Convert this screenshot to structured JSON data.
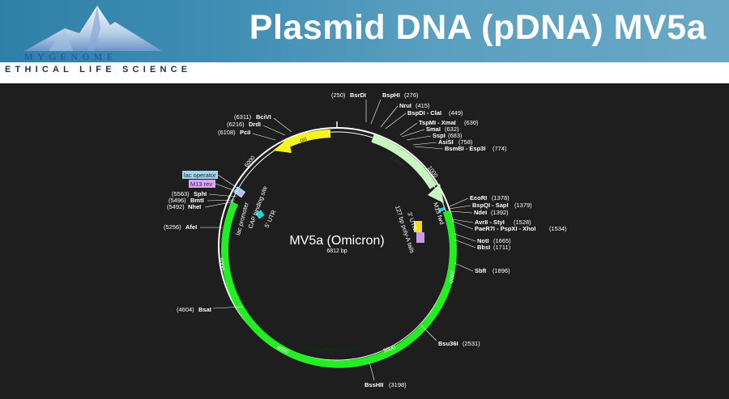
{
  "header": {
    "title": "Plasmid DNA (pDNA) MV5a",
    "brand": "MYGENOME",
    "tagline": "ETHICAL LIFE SCIENCE"
  },
  "plasmid": {
    "name": "MV5a (Omicron)",
    "size": "6812 bp",
    "ticks": [
      "1000",
      "2000",
      "3000",
      "4000",
      "5000",
      "6000"
    ],
    "features": {
      "ori": "ori",
      "kanr": "KanR",
      "construct": "MV5a-3aH construct",
      "lac_promoter": "lac promoter",
      "cap_site": "CAP binding site",
      "utr5": "5' UTR",
      "utr3": "3' UTR",
      "polya": "127 bp poly-A tails",
      "m13fwd": "M13 fwd",
      "lac_operator": "lac operator",
      "m13rev": "M13 rev"
    },
    "sites_right": [
      {
        "name": "BsrDI",
        "pos": "(250)"
      },
      {
        "name": "BspHI",
        "pos": "(276)"
      },
      {
        "name": "NruI",
        "pos": "(415)"
      },
      {
        "name": "BspDI - ClaI",
        "pos": "(449)"
      },
      {
        "name": "TspMI - XmaI",
        "pos": "(630)"
      },
      {
        "name": "SmaI",
        "pos": "(632)"
      },
      {
        "name": "SspI",
        "pos": "(683)"
      },
      {
        "name": "AsiSI",
        "pos": "(758)"
      },
      {
        "name": "BsmBI - Esp3I",
        "pos": "(774)"
      },
      {
        "name": "EcoRI",
        "pos": "(1378)"
      },
      {
        "name": "BspQI - SapI",
        "pos": "(1379)"
      },
      {
        "name": "NdeI",
        "pos": "(1392)"
      },
      {
        "name": "AvrII - StyI",
        "pos": "(1528)"
      },
      {
        "name": "PaeR7I - PspXI - XhoI",
        "pos": "(1534)"
      },
      {
        "name": "NotI",
        "pos": "(1665)"
      },
      {
        "name": "BbsI",
        "pos": "(1711)"
      },
      {
        "name": "SbfI",
        "pos": "(1896)"
      },
      {
        "name": "Bsu36I",
        "pos": "(2531)"
      },
      {
        "name": "BssHII",
        "pos": "(3198)"
      }
    ],
    "sites_left": [
      {
        "name": "BciVI",
        "pos": "(6311)"
      },
      {
        "name": "DrdI",
        "pos": "(6216)"
      },
      {
        "name": "PciI",
        "pos": "(6108)"
      },
      {
        "name": "SphI",
        "pos": "(5563)"
      },
      {
        "name": "BmtI",
        "pos": "(5496)"
      },
      {
        "name": "NheI",
        "pos": "(5492)"
      },
      {
        "name": "AfeI",
        "pos": "(5256)"
      },
      {
        "name": "BsaI",
        "pos": "(4604)"
      }
    ]
  },
  "colors": {
    "header": "#3f8db4",
    "backbone": "#ffffff",
    "construct": "#22ee22",
    "ori": "#f5f522",
    "kanr": "#c8f5c0",
    "utr5": "#19d8d8",
    "utr3": "#f0e020",
    "polya": "#c79ce8",
    "lac_operator": "#9fd6e8",
    "m13rev": "#d8a6f0"
  }
}
